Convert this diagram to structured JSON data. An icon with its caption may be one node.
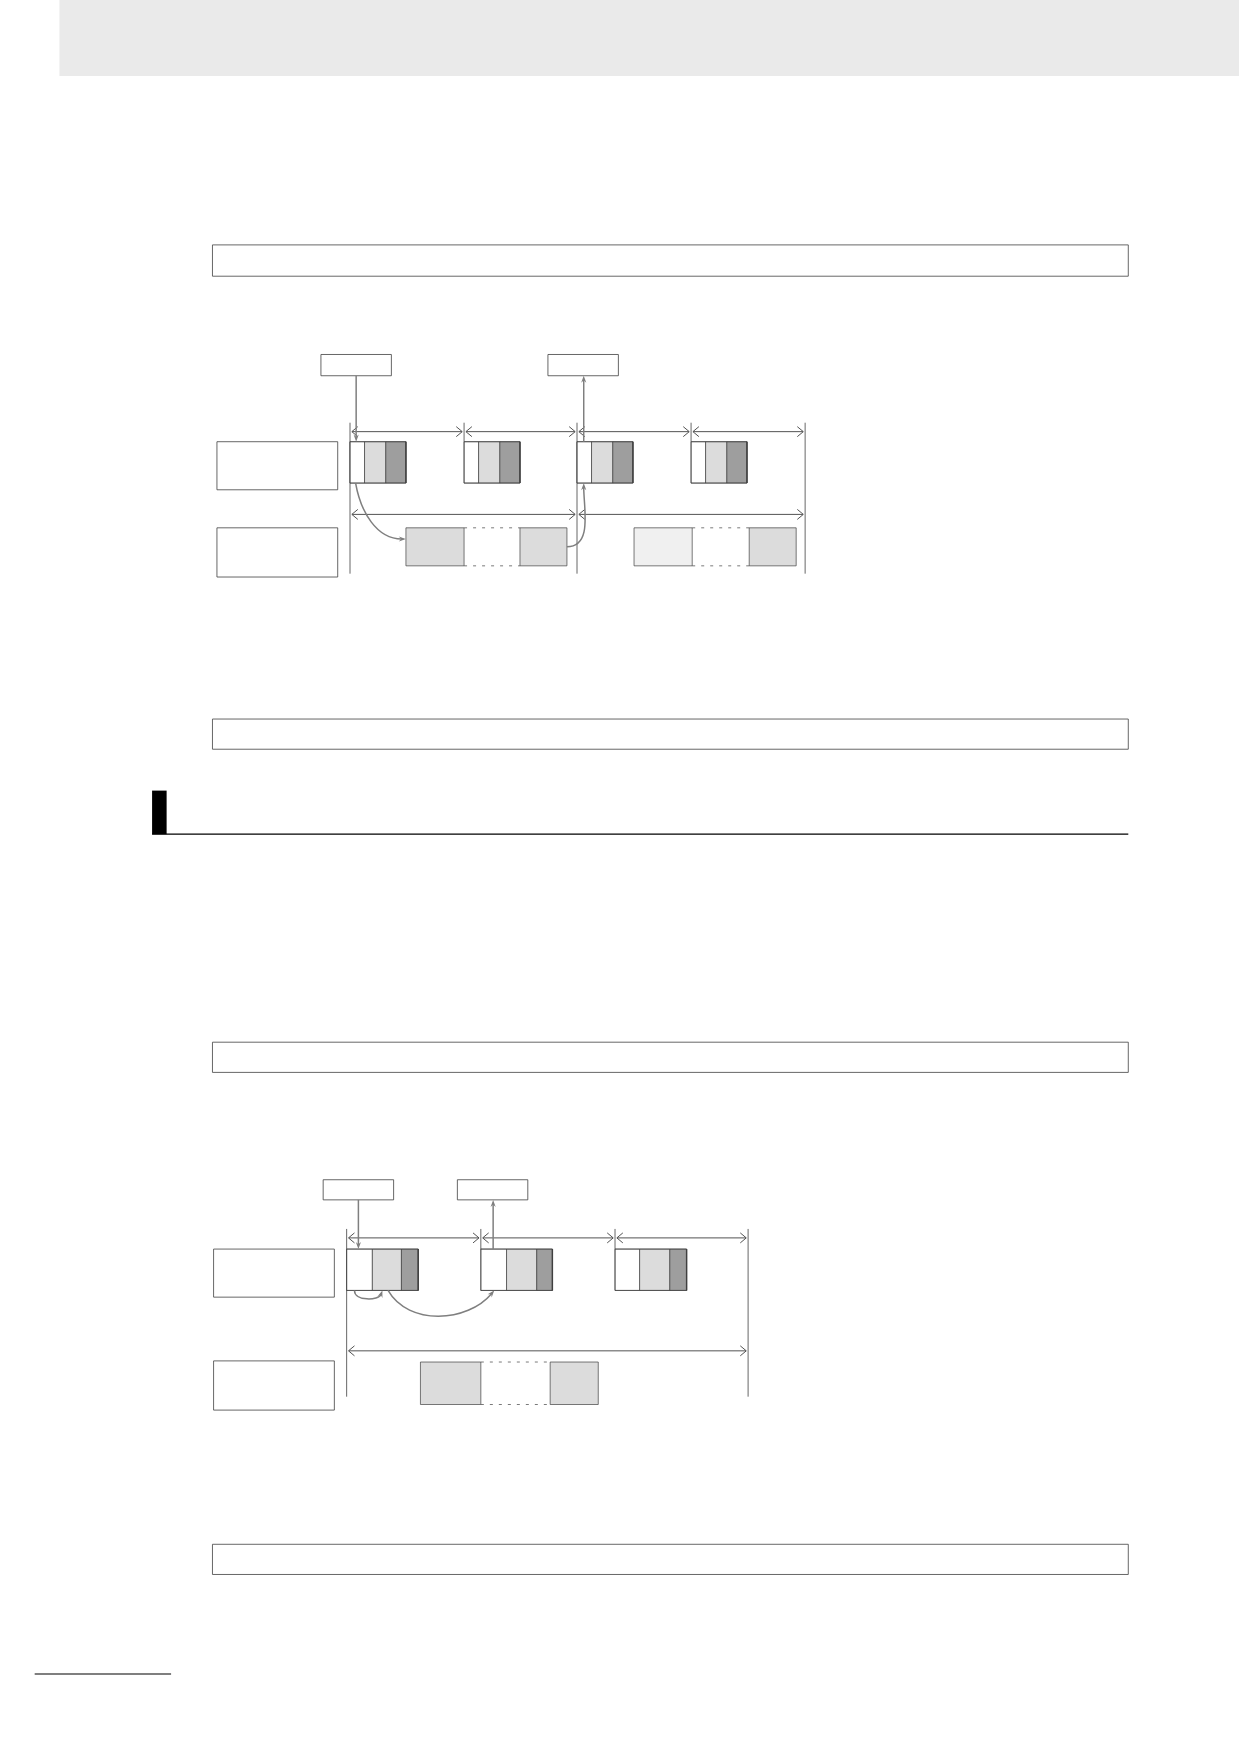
{
  "diagram": {
    "nodes": [
      {
        "text": [],
        "shape": "box"
      },
      {
        "text": [],
        "shape": "box"
      },
      {
        "text": [],
        "shape": "box"
      },
      {
        "text": [],
        "shape": "box"
      },
      {
        "text": [],
        "shape": "bar"
      },
      {
        "text": [],
        "shape": "bar"
      },
      {
        "text": [],
        "shape": "bar"
      },
      {
        "text": [],
        "shape": "bar"
      },
      {
        "text": [],
        "shape": "box"
      },
      {
        "text": [],
        "shape": "bar"
      },
      {
        "text": [],
        "shape": "bar"
      },
      {
        "text": [],
        "shape": "box"
      },
      {
        "text": [],
        "shape": "box"
      },
      {
        "text": [],
        "shape": "box"
      },
      {
        "text": [],
        "shape": "box"
      },
      {
        "text": [],
        "shape": "box"
      },
      {
        "text": [],
        "shape": "bar"
      },
      {
        "text": [],
        "shape": "bar"
      },
      {
        "text": [],
        "shape": "bar"
      },
      {
        "text": [],
        "shape": "box"
      },
      {
        "text": [],
        "shape": "bar"
      },
      {
        "text": [],
        "shape": "box"
      }
    ],
    "edges": [
      {
        "from": 1,
        "to": 4,
        "arrow": "to"
      },
      {
        "from": 6,
        "to": 2,
        "arrow": "to"
      },
      {
        "from": 4,
        "to": 9,
        "arrow": "to"
      },
      {
        "from": 9,
        "to": 6,
        "arrow": "to"
      },
      {
        "from": 13,
        "to": 16,
        "arrow": "to"
      },
      {
        "from": 17,
        "to": 14,
        "arrow": "to"
      },
      {
        "from": 16,
        "to": 16,
        "arrow": "to"
      },
      {
        "from": 16,
        "to": 17,
        "arrow": "to"
      }
    ]
  }
}
